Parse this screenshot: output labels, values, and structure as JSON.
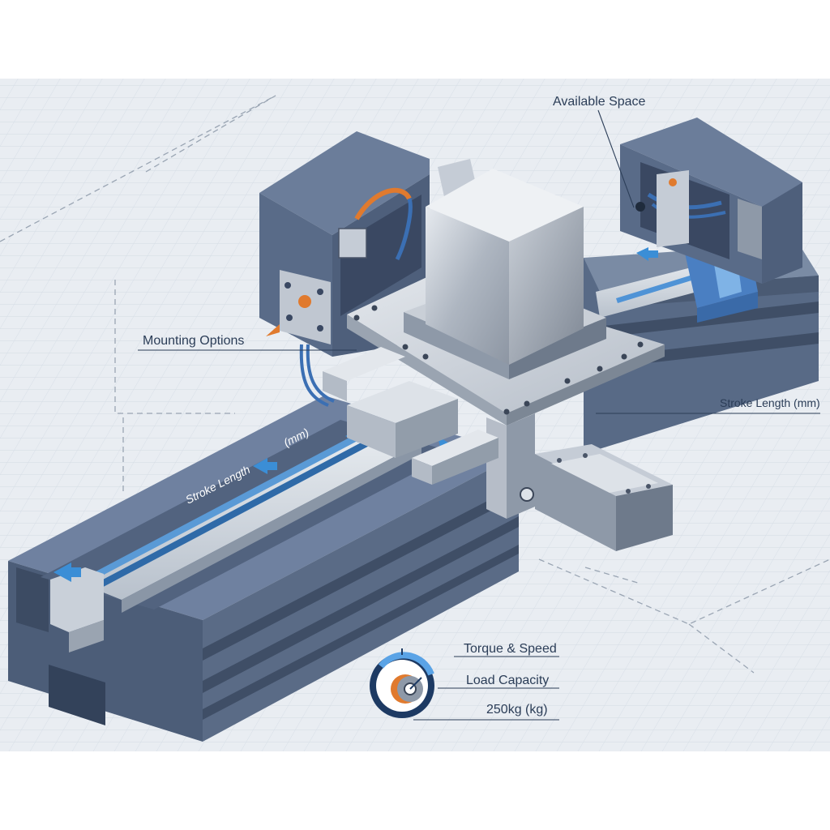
{
  "labels": {
    "available_space": "Available Space",
    "mounting_options": "Mounting Options",
    "stroke_length_right": "Stroke Length (mm)",
    "stroke_length_rail": "Stroke Length",
    "stroke_unit_rail": "(mm)",
    "torque_speed": "Torque & Speed",
    "load_capacity": "Load Capacity",
    "load_value": "250kg (kg)"
  },
  "colors": {
    "background": "#e9edf2",
    "grid": "#d5dde6",
    "frame": "#5d6f89",
    "frame_dark": "#45556d",
    "frame_light": "#7a8ba4",
    "steel": "#b9c0ca",
    "steel_light": "#dde2e8",
    "accent_blue": "#3b8ed6",
    "accent_orange": "#e07a2e",
    "label_text": "#2b3d57"
  },
  "icons": {
    "gauge": "gauge-icon",
    "gear": "gear-icon",
    "arrow": "direction-arrow-icon"
  }
}
